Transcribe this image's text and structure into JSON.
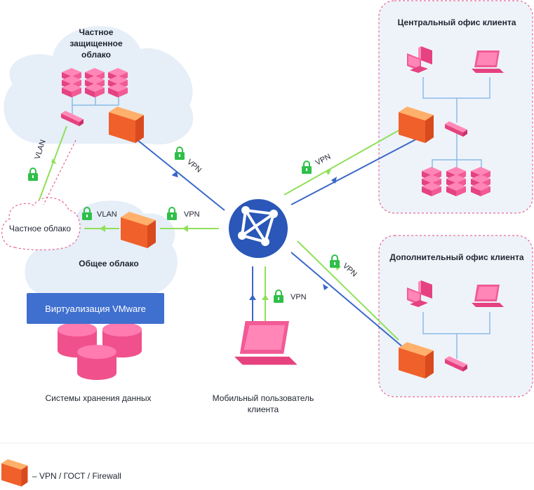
{
  "labels": {
    "private_protected_cloud": "Частное защищенное облако",
    "private_cloud": "Частное облако",
    "public_cloud": "Общее облако",
    "vmware": "Виртуализация VMware",
    "storage": "Системы хранения данных",
    "mobile_user": "Мобильный пользователь клиента",
    "central_office": "Центральный офис клиента",
    "additional_office": "Дополнительный офис клиента",
    "legend": "– VPN / ГОСТ / Firewall"
  },
  "tags": {
    "vlan_left": "VLAN",
    "vlan_mid": "VLAN",
    "vpn_cloud": "VPN",
    "vpn_public": "VPN",
    "vpn_central": "VPN",
    "vpn_additional": "VPN",
    "vpn_mobile": "VPN"
  },
  "colors": {
    "cloud_fill": "#e6eef8",
    "pink": "#f0508c",
    "pink_light": "#ff7bb0",
    "firewall": "#f06a2a",
    "green_line": "#8fe05a",
    "blue_line": "#3a68c8",
    "light_blue_line": "#8bbbe8",
    "office_border": "#e5487e",
    "office_fill": "#eef3fa",
    "lock_green": "#2fbf4a",
    "globe_blue": "#2a57b8"
  },
  "icons": [
    "cloud-icon",
    "server-stack-icon",
    "switch-icon",
    "firewall-icon",
    "lock-icon",
    "globe-icon",
    "desktop-icon",
    "laptop-icon",
    "database-icon"
  ]
}
